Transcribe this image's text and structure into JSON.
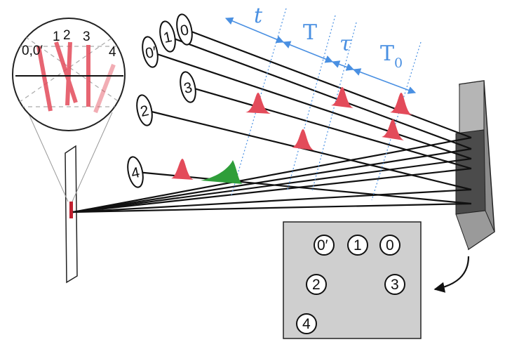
{
  "magnifier_labels": [
    "0,0′",
    "1",
    "2",
    "3",
    "4"
  ],
  "time_labels": {
    "t": "t",
    "T": "T",
    "tau": "τ",
    "T0_main": "T",
    "T0_sub": "0"
  },
  "beam_labels": [
    "0′",
    "1",
    "0",
    "3",
    "2",
    "4"
  ],
  "screen_labels": [
    "0′",
    "1",
    "0",
    "2",
    "3",
    "4"
  ],
  "colors": {
    "pulse_red": "#e34b5a",
    "pulse_green": "#2f9e3a",
    "guide_blue": "#4a90e2",
    "screen_gray": "#cfcfcf"
  }
}
